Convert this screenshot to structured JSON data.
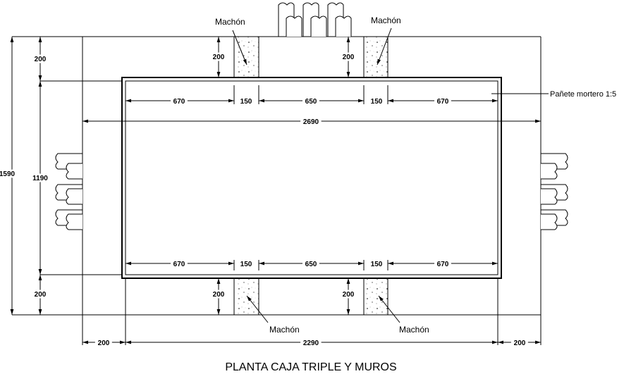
{
  "title": "PLANTA CAJA TRIPLE Y MUROS",
  "labels": {
    "machon": "Machón",
    "panete": "Pañete mortero 1:5"
  },
  "dims": {
    "total_height": "1590",
    "inner_height": "1190",
    "wall_top": "200",
    "wall_bottom": "200",
    "top_row": [
      "670",
      "150",
      "650",
      "150",
      "670"
    ],
    "bottom_row": [
      "670",
      "150",
      "650",
      "150",
      "670"
    ],
    "overall_width": "2690",
    "inner_width": "2290",
    "side_left": "200",
    "side_right": "200",
    "machon_depth": "200"
  }
}
